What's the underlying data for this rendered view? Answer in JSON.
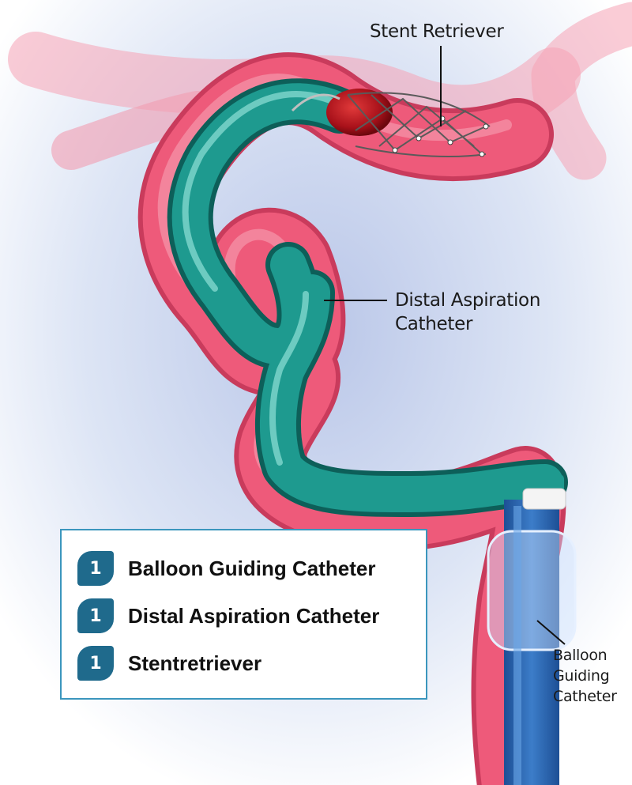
{
  "callouts": {
    "stent_retriever": "Stent Retriever",
    "distal_aspiration_line1": "Distal Aspiration",
    "distal_aspiration_line2": "Catheter",
    "balloon_line1": "Balloon",
    "balloon_line2": "Guiding",
    "balloon_line3": "Catheter"
  },
  "legend": {
    "items": [
      {
        "badge": "1",
        "label": "Balloon Guiding Catheter"
      },
      {
        "badge": "1",
        "label": "Distal Aspiration Catheter"
      },
      {
        "badge": "1",
        "label": "Stentretriever"
      }
    ]
  },
  "colors": {
    "vessel": "#ee5a7a",
    "vessel_dark": "#c93b5c",
    "catheter": "#1e9a8f",
    "catheter_dark": "#0d5f59",
    "guide": "#2a5fa8",
    "badge": "#1f6a8c",
    "legend_border": "#3b96bd",
    "clot": "#b0141c"
  }
}
